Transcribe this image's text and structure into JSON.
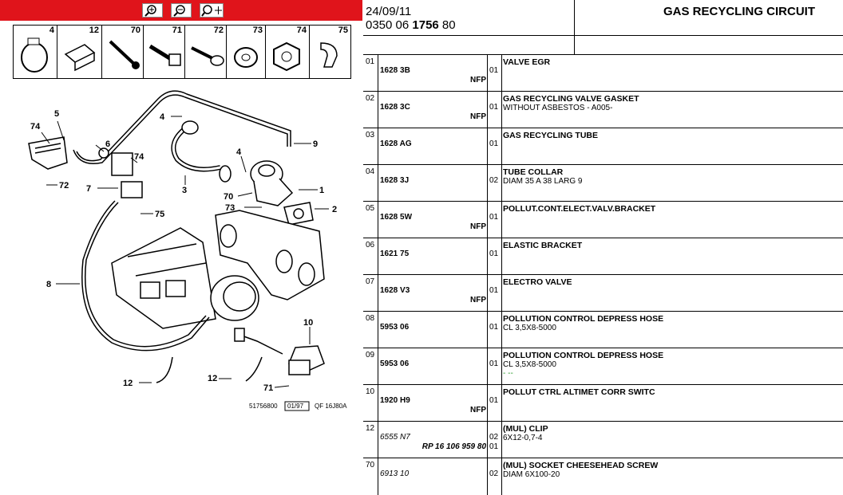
{
  "header": {
    "date": "24/09/11",
    "ref_prefix": "0350 06 ",
    "ref_bold": "1756",
    "ref_suffix": " 80",
    "title": "GAS RECYCLING CIRCUIT"
  },
  "toolbar": {
    "zoom_in": "zoom-in-icon",
    "zoom_out": "zoom-out-icon",
    "zoom_pan": "zoom-move-icon"
  },
  "thumbnails": [
    "4",
    "12",
    "70",
    "71",
    "72",
    "73",
    "74",
    "75"
  ],
  "diagram": {
    "labels": [
      "74",
      "5",
      "6",
      "74",
      "72",
      "7",
      "75",
      "4",
      "3",
      "9",
      "4",
      "70",
      "73",
      "1",
      "2",
      "8",
      "10",
      "12",
      "12",
      "71"
    ],
    "footer_ref": "51756800",
    "footer_date": "01/97",
    "footer_code": "QF 16J80A"
  },
  "parts": [
    {
      "idx": "01",
      "pn": "1628 3B",
      "nfp": "NFP",
      "qty": "01",
      "desc": "VALVE EGR",
      "sub": "",
      "note": ""
    },
    {
      "idx": "02",
      "pn": "1628 3C",
      "nfp": "NFP",
      "qty": "01",
      "desc": "GAS RECYCLING VALVE GASKET",
      "sub": "WITHOUT ASBESTOS - A005-",
      "note": ""
    },
    {
      "idx": "03",
      "pn": "1628 AG",
      "nfp": "",
      "qty": "01",
      "desc": "GAS RECYCLING TUBE",
      "sub": "",
      "note": ""
    },
    {
      "idx": "04",
      "pn": "1628 3J",
      "nfp": "",
      "qty": "02",
      "desc": "TUBE COLLAR",
      "sub": "DIAM 35 A 38 LARG 9",
      "note": ""
    },
    {
      "idx": "05",
      "pn": "1628 5W",
      "nfp": "NFP",
      "qty": "01",
      "desc": "POLLUT.CONT.ELECT.VALV.BRACKET",
      "sub": "",
      "note": ""
    },
    {
      "idx": "06",
      "pn": "1621 75",
      "nfp": "",
      "qty": "01",
      "desc": "ELASTIC BRACKET",
      "sub": "",
      "note": ""
    },
    {
      "idx": "07",
      "pn": "1628 V3",
      "nfp": "NFP",
      "qty": "01",
      "desc": "ELECTRO VALVE",
      "sub": "",
      "note": ""
    },
    {
      "idx": "08",
      "pn": "5953 06",
      "nfp": "",
      "qty": "01",
      "desc": "POLLUTION CONTROL DEPRESS HOSE",
      "sub": "CL 3,5X8-5000",
      "note": ""
    },
    {
      "idx": "09",
      "pn": "5953 06",
      "nfp": "",
      "qty": "01",
      "desc": "POLLUTION CONTROL DEPRESS HOSE",
      "sub": "CL 3,5X8-5000",
      "note": "- --"
    },
    {
      "idx": "10",
      "pn": "1920 H9",
      "nfp": "NFP",
      "qty": "01",
      "desc": "POLLUT CTRL ALTIMET CORR SWITC",
      "sub": "",
      "note": ""
    },
    {
      "idx": "12",
      "pn": "6555 N7",
      "rp": "RP 16 106 959 80",
      "qty": "02",
      "qty2": "01",
      "desc": "(MUL) CLIP",
      "sub": "6X12-0,7-4",
      "note": "",
      "italic": true
    },
    {
      "idx": "70",
      "pn": "6913 10",
      "nfp": "",
      "qty": "02",
      "desc": "(MUL) SOCKET CHEESEHEAD SCREW",
      "sub": "DIAM 6X100-20",
      "note": "",
      "italic": true
    }
  ]
}
